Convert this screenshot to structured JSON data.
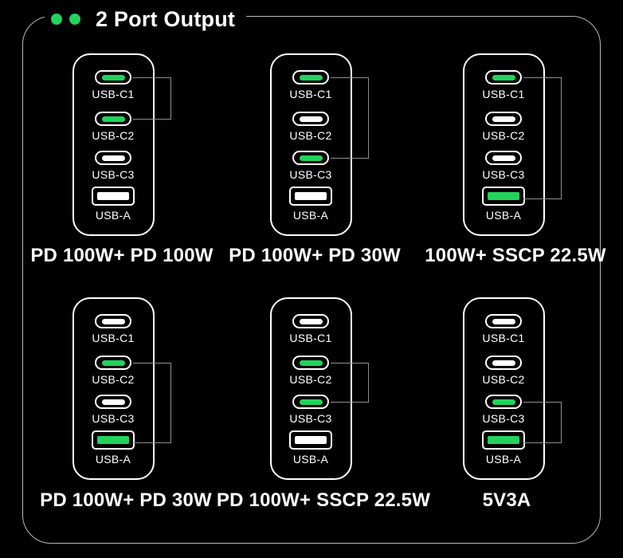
{
  "header": {
    "title": "2 Port Output",
    "dot_count": 2
  },
  "colors": {
    "background": "#000000",
    "green": "#22d35b",
    "port_white": "#ffffff",
    "text_white": "#ffffff",
    "frame_border": "#b6b6bd",
    "bracket_line": "#8f8f8f"
  },
  "chargers": [
    {
      "caption": "PD 100W+ PD 100W",
      "connection": [
        "USB-C1",
        "USB-C2"
      ],
      "ports": [
        {
          "label": "USB-C1",
          "type": "usb-c",
          "state": "active"
        },
        {
          "label": "USB-C2",
          "type": "usb-c",
          "state": "active"
        },
        {
          "label": "USB-C3",
          "type": "usb-c",
          "state": "inactive"
        },
        {
          "label": "USB-A",
          "type": "usb-a",
          "state": "inactive"
        }
      ]
    },
    {
      "caption": "PD 100W+ PD 30W",
      "connection": [
        "USB-C1",
        "USB-C3"
      ],
      "ports": [
        {
          "label": "USB-C1",
          "type": "usb-c",
          "state": "active"
        },
        {
          "label": "USB-C2",
          "type": "usb-c",
          "state": "inactive"
        },
        {
          "label": "USB-C3",
          "type": "usb-c",
          "state": "active"
        },
        {
          "label": "USB-A",
          "type": "usb-a",
          "state": "inactive"
        }
      ]
    },
    {
      "caption": "100W+ SSCP 22.5W",
      "connection": [
        "USB-C1",
        "USB-A"
      ],
      "ports": [
        {
          "label": "USB-C1",
          "type": "usb-c",
          "state": "active"
        },
        {
          "label": "USB-C2",
          "type": "usb-c",
          "state": "inactive"
        },
        {
          "label": "USB-C3",
          "type": "usb-c",
          "state": "inactive"
        },
        {
          "label": "USB-A",
          "type": "usb-a",
          "state": "active"
        }
      ]
    },
    {
      "caption": "PD 100W+ PD 30W",
      "connection": [
        "USB-C2",
        "USB-A"
      ],
      "ports": [
        {
          "label": "USB-C1",
          "type": "usb-c",
          "state": "inactive"
        },
        {
          "label": "USB-C2",
          "type": "usb-c",
          "state": "active"
        },
        {
          "label": "USB-C3",
          "type": "usb-c",
          "state": "inactive"
        },
        {
          "label": "USB-A",
          "type": "usb-a",
          "state": "active"
        }
      ]
    },
    {
      "caption": "PD 100W+ SSCP 22.5W",
      "connection": [
        "USB-C2",
        "USB-C3"
      ],
      "ports": [
        {
          "label": "USB-C1",
          "type": "usb-c",
          "state": "inactive"
        },
        {
          "label": "USB-C2",
          "type": "usb-c",
          "state": "active"
        },
        {
          "label": "USB-C3",
          "type": "usb-c",
          "state": "active"
        },
        {
          "label": "USB-A",
          "type": "usb-a",
          "state": "inactive"
        }
      ]
    },
    {
      "caption": "5V3A",
      "connection": [
        "USB-C3",
        "USB-A"
      ],
      "ports": [
        {
          "label": "USB-C1",
          "type": "usb-c",
          "state": "inactive"
        },
        {
          "label": "USB-C2",
          "type": "usb-c",
          "state": "inactive"
        },
        {
          "label": "USB-C3",
          "type": "usb-c",
          "state": "active"
        },
        {
          "label": "USB-A",
          "type": "usb-a",
          "state": "active"
        }
      ]
    }
  ]
}
